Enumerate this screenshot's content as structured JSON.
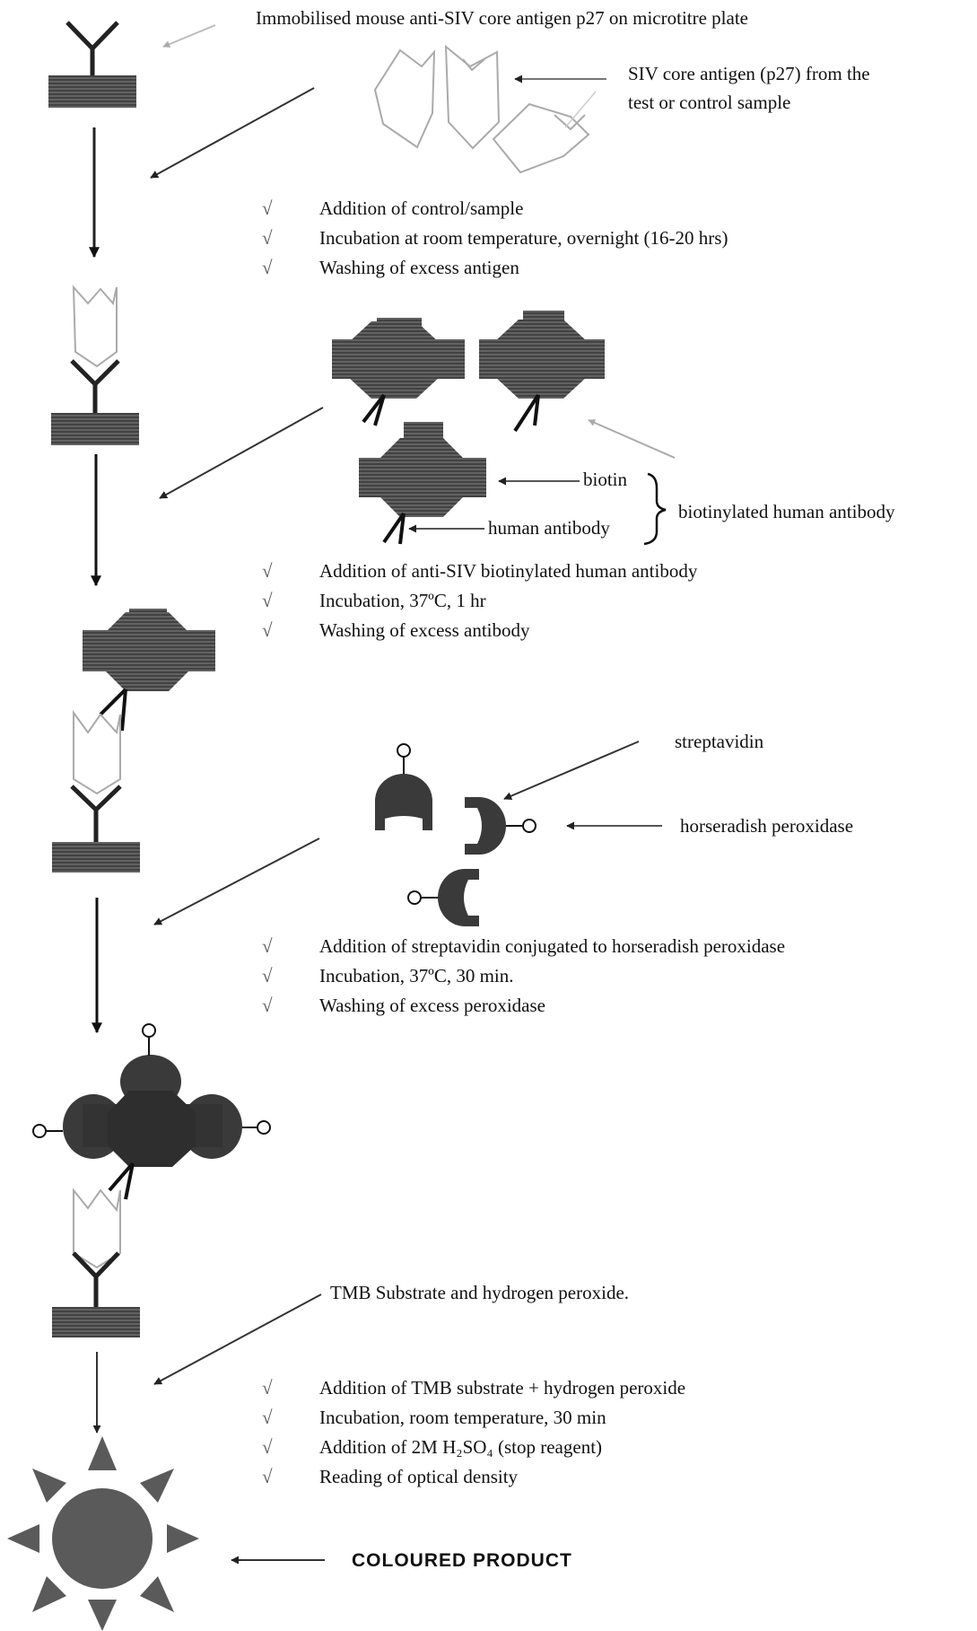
{
  "labels": {
    "immobilised": "Immobilised mouse anti-SIV core antigen p27 on microtitre plate",
    "siv_antigen_line1": "SIV core antigen (p27) from the",
    "siv_antigen_line2": "test or control sample",
    "biotin": "biotin",
    "human_antibody": "human antibody",
    "biotinylated_human_antibody": "biotinylated human antibody",
    "streptavidin": "streptavidin",
    "horseradish_peroxidase": "horseradish peroxidase",
    "tmb": "TMB Substrate and hydrogen peroxide.",
    "coloured_product": "COLOURED PRODUCT"
  },
  "step1": {
    "tick": "√",
    "items": [
      "Addition of control/sample",
      "Incubation at room temperature, overnight (16-20 hrs)",
      "Washing of excess antigen"
    ]
  },
  "step2": {
    "tick": "√",
    "items": [
      "Addition of anti-SIV biotinylated human antibody",
      "Incubation, 37ºC, 1 hr",
      "Washing of excess antibody"
    ]
  },
  "step3": {
    "tick": "√",
    "items": [
      "Addition of streptavidin conjugated to horseradish peroxidase",
      "Incubation, 37ºC, 30 min.",
      "Washing of excess peroxidase"
    ]
  },
  "step4": {
    "tick": "√",
    "items": [
      "Addition of TMB substrate + hydrogen peroxide",
      "Incubation, room temperature, 30 min",
      "Addition of 2M H₂SO₄ (stop reagent)",
      "Reading of optical density"
    ]
  }
}
